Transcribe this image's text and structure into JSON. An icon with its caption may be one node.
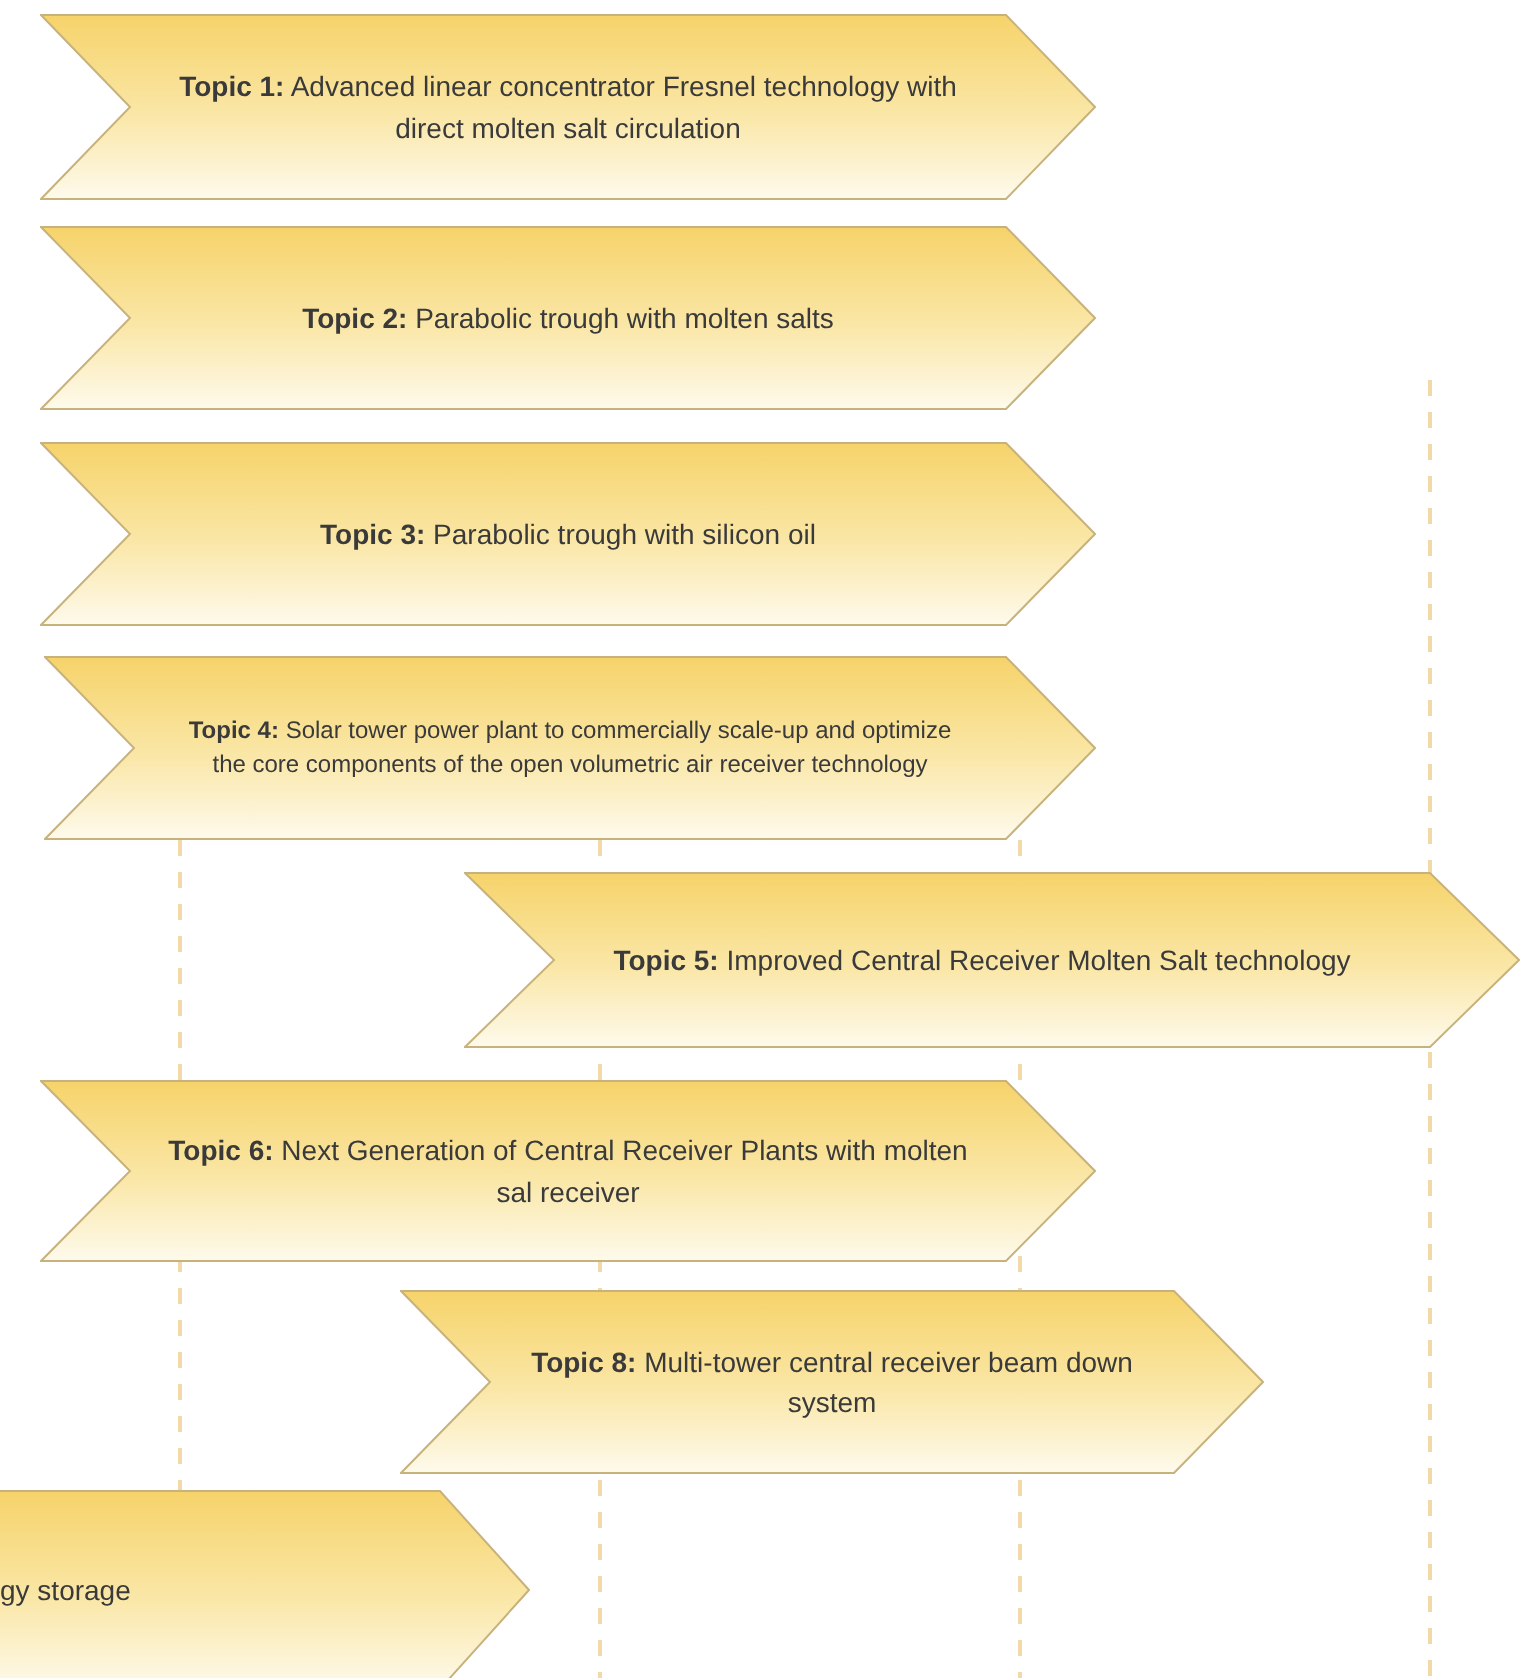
{
  "diagram": {
    "nodes": [
      {
        "text": [
          "**Topic 1:** Advanced linear concentrator Fresnel technology with direct molten salt circulation"
        ]
      },
      {
        "text": [
          "**Topic 2:** Parabolic trough with molten salts"
        ]
      },
      {
        "text": [
          "**Topic 3:** Parabolic trough with silicon oil"
        ]
      },
      {
        "text": [
          "**Topic 4:** Solar tower power plant to commercially scale-up and optimize the core components of the open volumetric air receiver technology"
        ]
      },
      {
        "text": [
          "**Topic 5:** Improved Central Receiver Molten Salt technology"
        ]
      },
      {
        "text": [
          "**Topic 6:** Next Generation of Central Receiver Plants with molten sal receiver"
        ]
      },
      {
        "text": [
          "**Topic 8:** Multi-tower central receiver beam down system"
        ]
      },
      {
        "text": [
          "gy storage"
        ]
      }
    ]
  }
}
